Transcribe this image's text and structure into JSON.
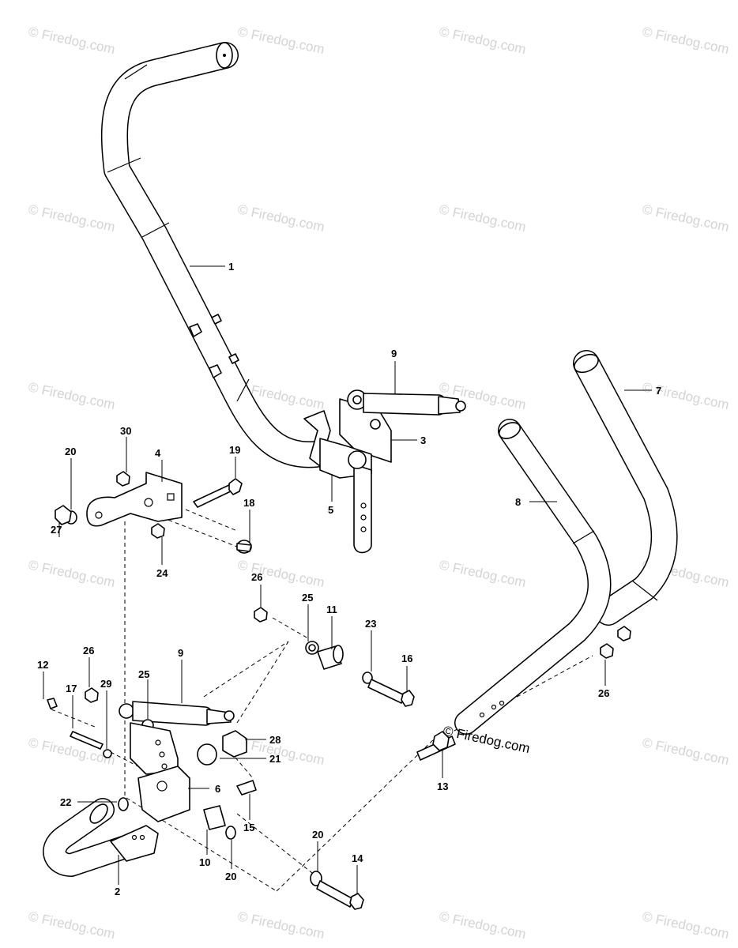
{
  "watermark": "© Firedog.com",
  "brand_mark": "© Firedog.com",
  "callouts": {
    "c1": "1",
    "c2": "2",
    "c3": "3",
    "c4": "4",
    "c5": "5",
    "c6": "6",
    "c7": "7",
    "c8": "8",
    "c9a": "9",
    "c9b": "9",
    "c10": "10",
    "c11": "11",
    "c12": "12",
    "c13": "13",
    "c14": "14",
    "c15": "15",
    "c16": "16",
    "c17": "17",
    "c18": "18",
    "c19": "19",
    "c20a": "20",
    "c20b": "20",
    "c20c": "20",
    "c21": "21",
    "c22": "22",
    "c23": "23",
    "c24": "24",
    "c25a": "25",
    "c25b": "25",
    "c26a": "26",
    "c26b": "26",
    "c26c": "26",
    "c27": "27",
    "c28": "28",
    "c29": "29",
    "c30": "30"
  }
}
